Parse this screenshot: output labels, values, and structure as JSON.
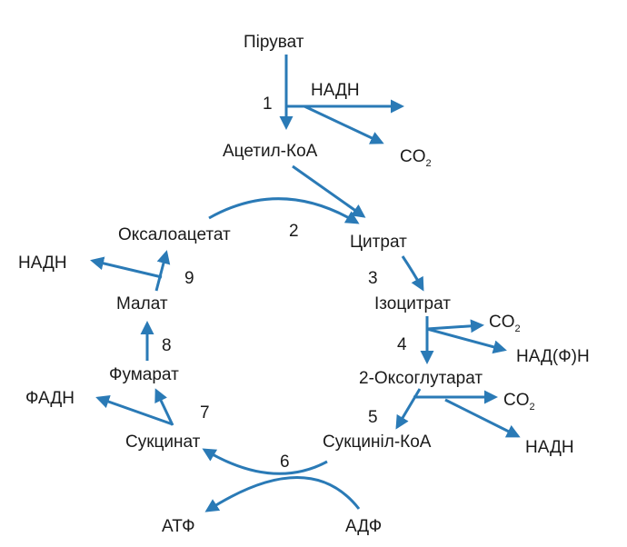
{
  "colors": {
    "arrow": "#2a7ab6",
    "text": "#1a1a1a",
    "background": "#ffffff"
  },
  "nodes": {
    "pyruvate": "Піруват",
    "nadh_top": "НАДН",
    "co2_top": "CO",
    "co2_top_sub": "2",
    "acetyl_coa": "Ацетил-КоА",
    "oxaloacetate": "Оксалоацетат",
    "citrate": "Цитрат",
    "nadh_left": "НАДН",
    "malate": "Малат",
    "isocitrate": "Ізоцитрат",
    "co2_mid": "CO",
    "co2_mid_sub": "2",
    "nadph": "НАД(Ф)Н",
    "fumarate": "Фумарат",
    "oxoglutarate": "2-Оксоглутарат",
    "fadh": "ФАДН",
    "co2_low": "CO",
    "co2_low_sub": "2",
    "succinate": "Сукцинат",
    "succinyl_coa": "Сукциніл-КоА",
    "nadh_right": "НАДН",
    "atp": "АТФ",
    "adp": "АДФ"
  },
  "steps": [
    "1",
    "2",
    "3",
    "4",
    "5",
    "6",
    "7",
    "8",
    "9"
  ]
}
